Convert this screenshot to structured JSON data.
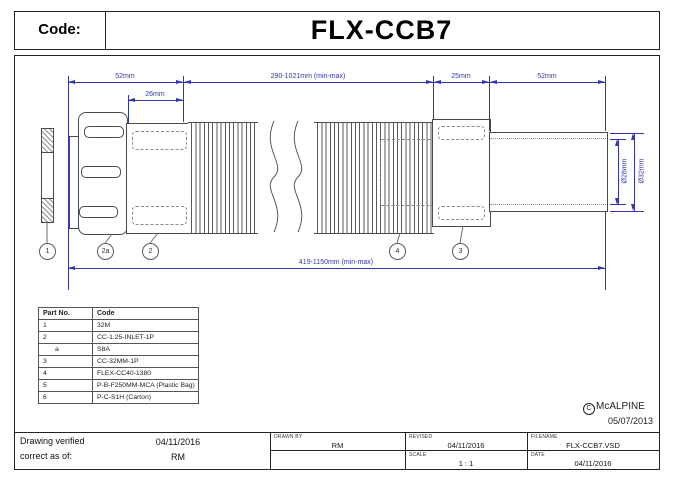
{
  "title_block": {
    "code_label": "Code:",
    "code_value": "FLX-CCB7"
  },
  "dims": {
    "d52l": "52mm",
    "d26": "26mm",
    "dmid": "290-1021mm (min-max)",
    "d25": "25mm",
    "d52r": "52mm",
    "overall": "419-1150mm (min-max)",
    "dia28": "Ø28mm",
    "dia32": "Ø32mm"
  },
  "balloons": {
    "b1": "1",
    "b2a": "2a",
    "b2": "2",
    "b4": "4",
    "b3": "3"
  },
  "parts_table": {
    "headers": [
      "Part No.",
      "Code"
    ],
    "rows": [
      [
        "1",
        "32M"
      ],
      [
        "2",
        "CC-1.25-INLET-1P"
      ],
      [
        "a",
        "S8A"
      ],
      [
        "3",
        "CC-32MM-1P"
      ],
      [
        "4",
        "FLEX-CC40-1380"
      ],
      [
        "5",
        "P-B-F250MM-MCA (Plastic Bag)"
      ],
      [
        "6",
        "P-C-S1H (Carton)"
      ]
    ]
  },
  "stamp": {
    "symbol": "C",
    "name": "McALPINE",
    "date": "05/07/2013"
  },
  "footer": {
    "verified_line1": "Drawing verified",
    "verified_line2": "correct as of:",
    "verified_date": "04/11/2016",
    "verified_by": "RM",
    "drawn_by_label": "DRAWN BY",
    "drawn_by_value": "RM",
    "revised_label": "REVISED",
    "revised_value": "04/11/2016",
    "filename_label": "FILENAME",
    "filename_value": "FLX-CCB7.VSD",
    "scale_label": "SCALE",
    "scale_value": "1 : 1",
    "date_label": "DATE",
    "date_value": "04/11/2016"
  },
  "colors": {
    "dimension_blue": "#3535ae",
    "line_gray": "#4a4a4a"
  }
}
